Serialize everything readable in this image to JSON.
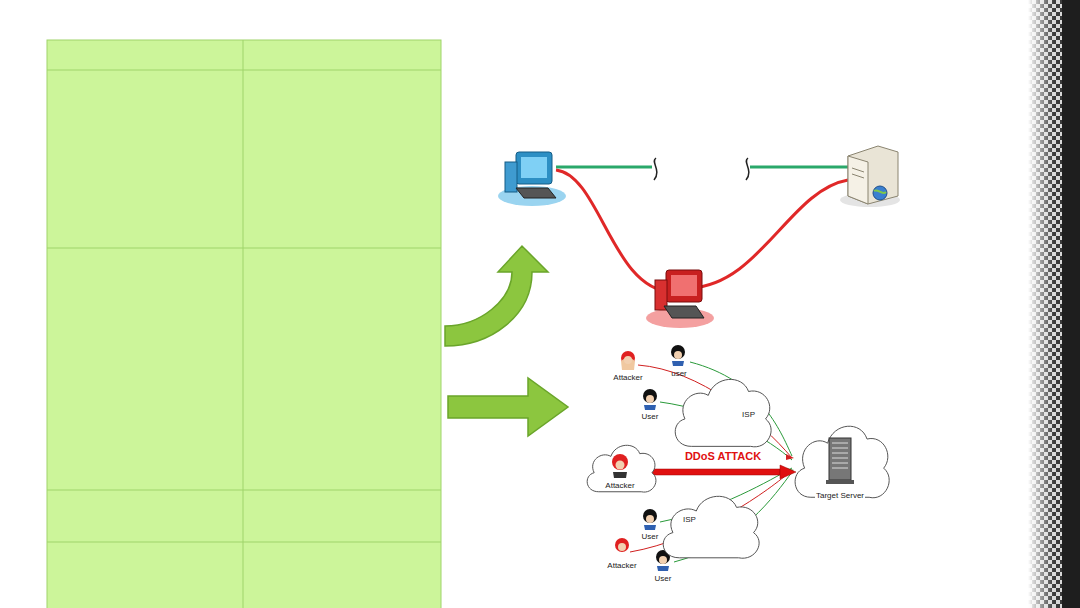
{
  "diagram": {
    "nodes": [
      {
        "text": [
          "ISP"
        ]
      },
      {
        "text": [
          "Attacker"
        ]
      },
      {
        "text": [
          "Target Server"
        ]
      },
      {
        "text": [
          "ISP"
        ]
      }
    ],
    "edges": [
      {
        "from": 1,
        "to": 2,
        "arrow": "to",
        "label": "DDoS ATTACK"
      }
    ],
    "labels": [
      "Attacker",
      "user",
      "User",
      "User",
      "Attacker",
      "User"
    ]
  }
}
